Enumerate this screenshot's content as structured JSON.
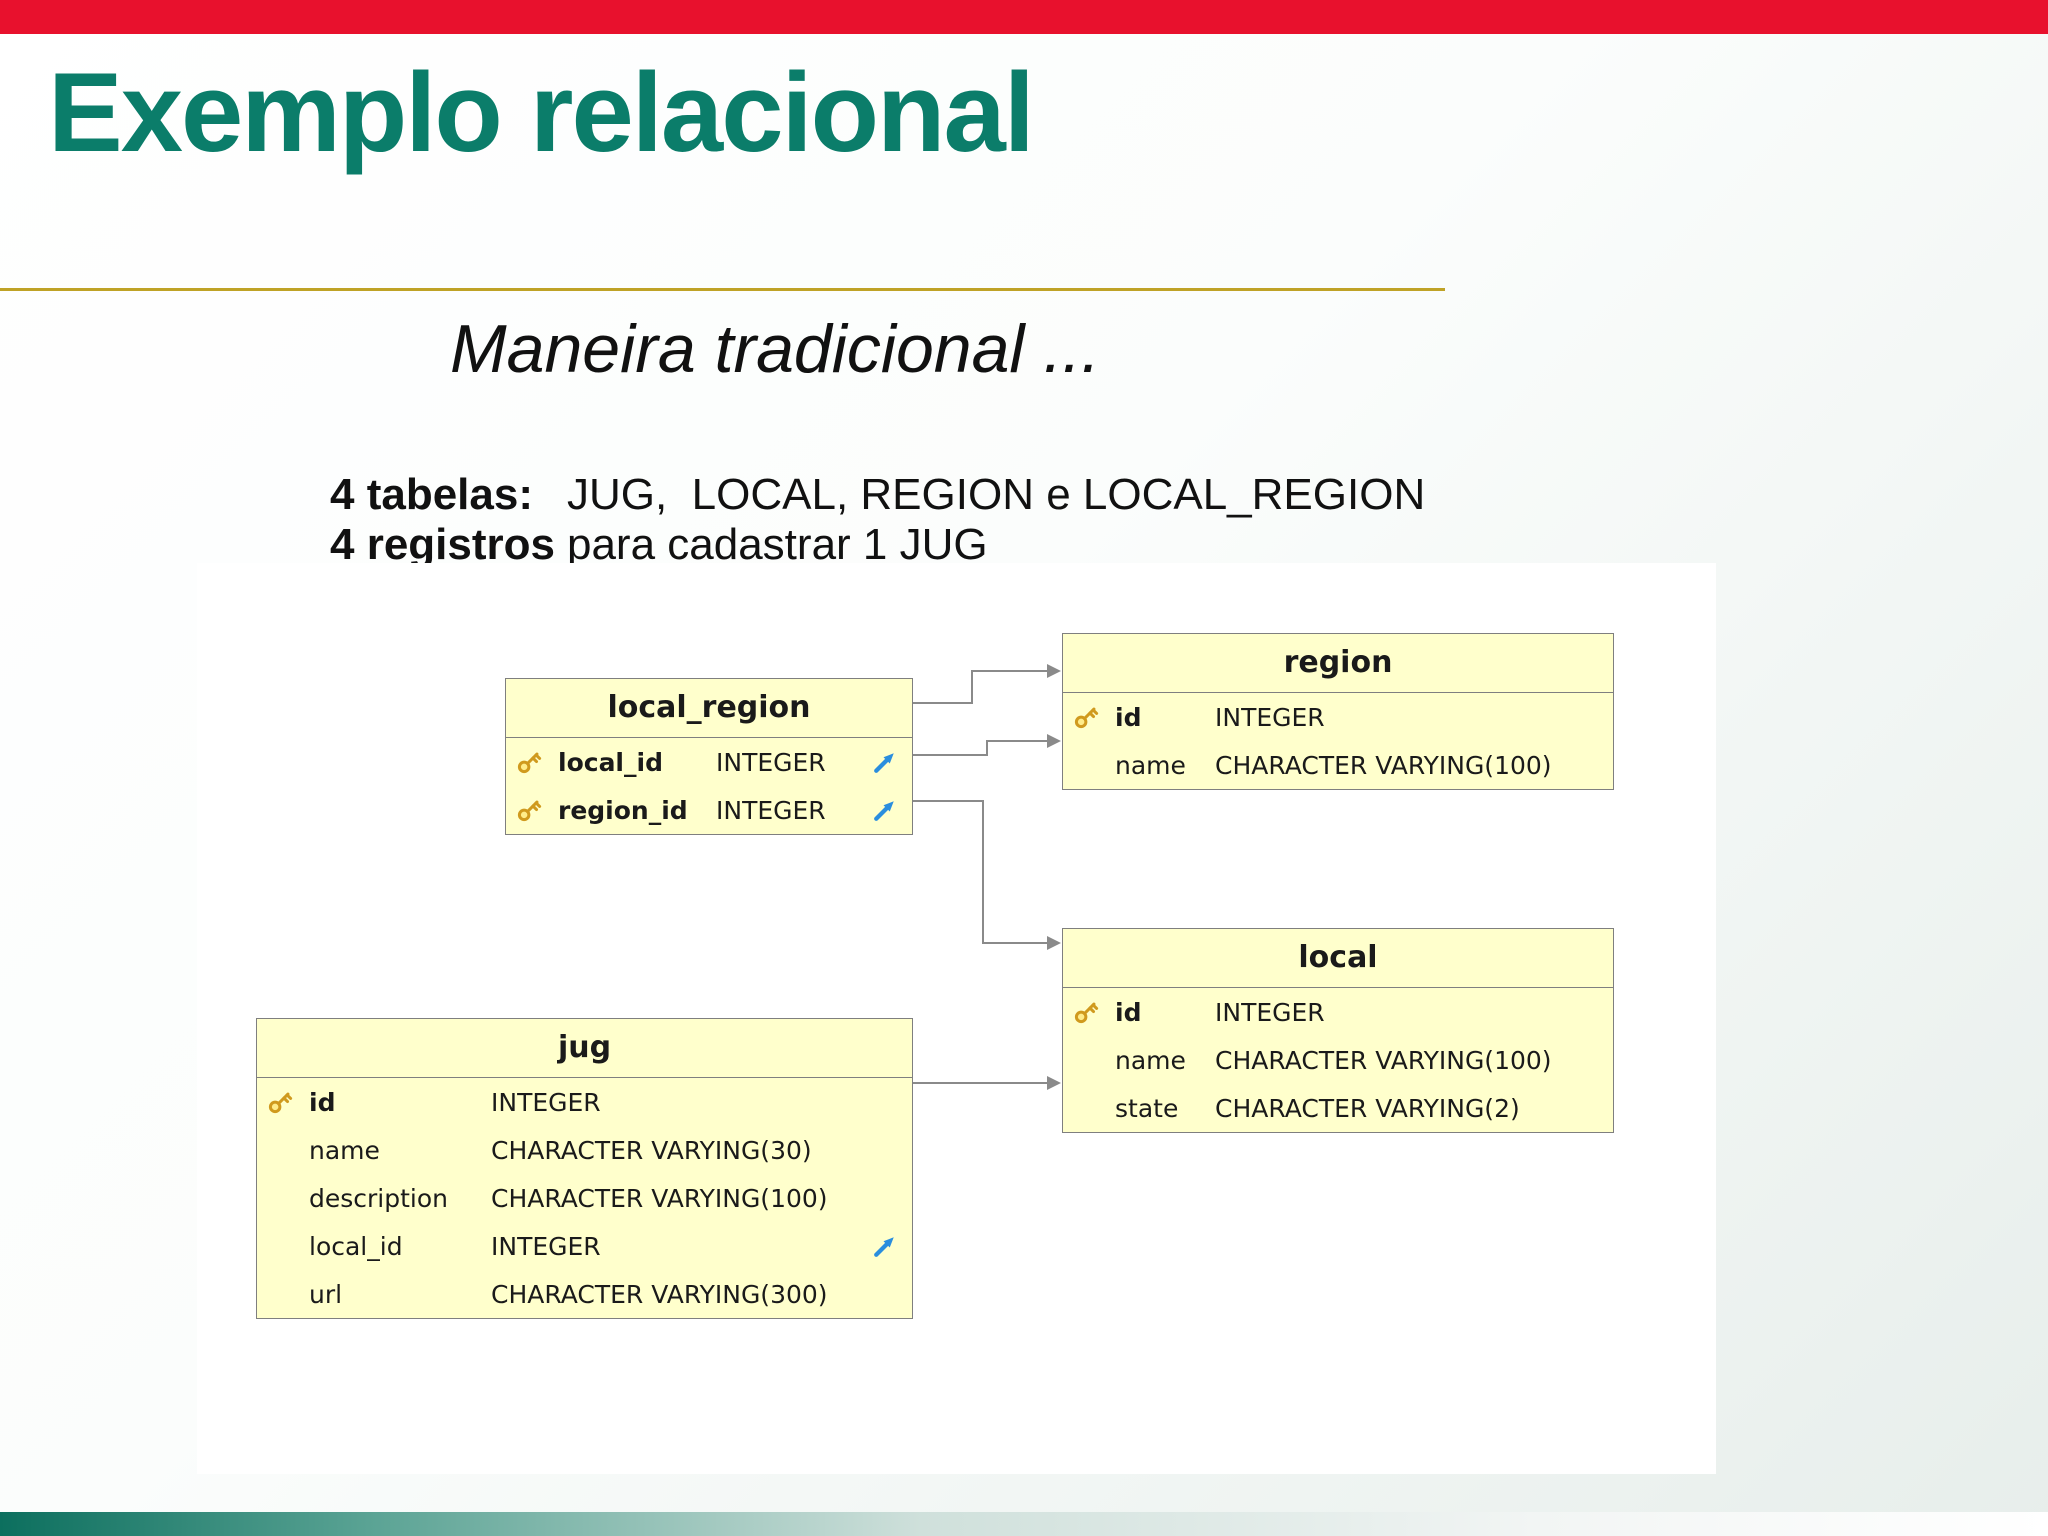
{
  "slide": {
    "title": "Exemplo relacional",
    "subtitle": "Maneira tradicional ...",
    "tables_line": {
      "bold": "4 tabelas:",
      "rest": "JUG,  LOCAL, REGION e LOCAL_REGION"
    },
    "records_line": {
      "bold": "4 registros",
      "rest": "para cadastrar 1 JUG"
    }
  },
  "colors": {
    "top_bar_red": "#e8112d",
    "title_teal": "#0b7d6a",
    "gold_line": "#bfa226",
    "table_fill": "#ffffcc",
    "table_border": "#7f7f7f",
    "primary_key_gold": "#d09a1e",
    "primary_key_fill": "#ffec8a",
    "foreign_key_blue": "#2a8ede",
    "connector_gray": "#8a8a8a"
  },
  "diagram": {
    "tables": [
      {
        "id": "local_region",
        "name": "local_region",
        "columns": [
          {
            "name": "local_id",
            "type": "INTEGER",
            "key": true,
            "fk": true
          },
          {
            "name": "region_id",
            "type": "INTEGER",
            "key": true,
            "fk": true
          }
        ]
      },
      {
        "id": "region",
        "name": "region",
        "columns": [
          {
            "name": "id",
            "type": "INTEGER",
            "key": true,
            "fk": false
          },
          {
            "name": "name",
            "type": "CHARACTER VARYING(100)",
            "key": false,
            "fk": false
          }
        ]
      },
      {
        "id": "local",
        "name": "local",
        "columns": [
          {
            "name": "id",
            "type": "INTEGER",
            "key": true,
            "fk": false
          },
          {
            "name": "name",
            "type": "CHARACTER VARYING(100)",
            "key": false,
            "fk": false
          },
          {
            "name": "state",
            "type": "CHARACTER VARYING(2)",
            "key": false,
            "fk": false
          }
        ]
      },
      {
        "id": "jug",
        "name": "jug",
        "columns": [
          {
            "name": "id",
            "type": "INTEGER",
            "key": true,
            "fk": false
          },
          {
            "name": "name",
            "type": "CHARACTER VARYING(30)",
            "key": false,
            "fk": false
          },
          {
            "name": "description",
            "type": "CHARACTER VARYING(100)",
            "key": false,
            "fk": false
          },
          {
            "name": "local_id",
            "type": "INTEGER",
            "key": false,
            "fk": true
          },
          {
            "name": "url",
            "type": "CHARACTER VARYING(300)",
            "key": false,
            "fk": false
          }
        ]
      }
    ],
    "relations": [
      {
        "from": "local_region",
        "to": "region",
        "arrows": 2
      },
      {
        "from": "local_region",
        "to": "local",
        "arrows": 1
      },
      {
        "from": "jug",
        "to": "local",
        "arrows": 1
      }
    ]
  }
}
